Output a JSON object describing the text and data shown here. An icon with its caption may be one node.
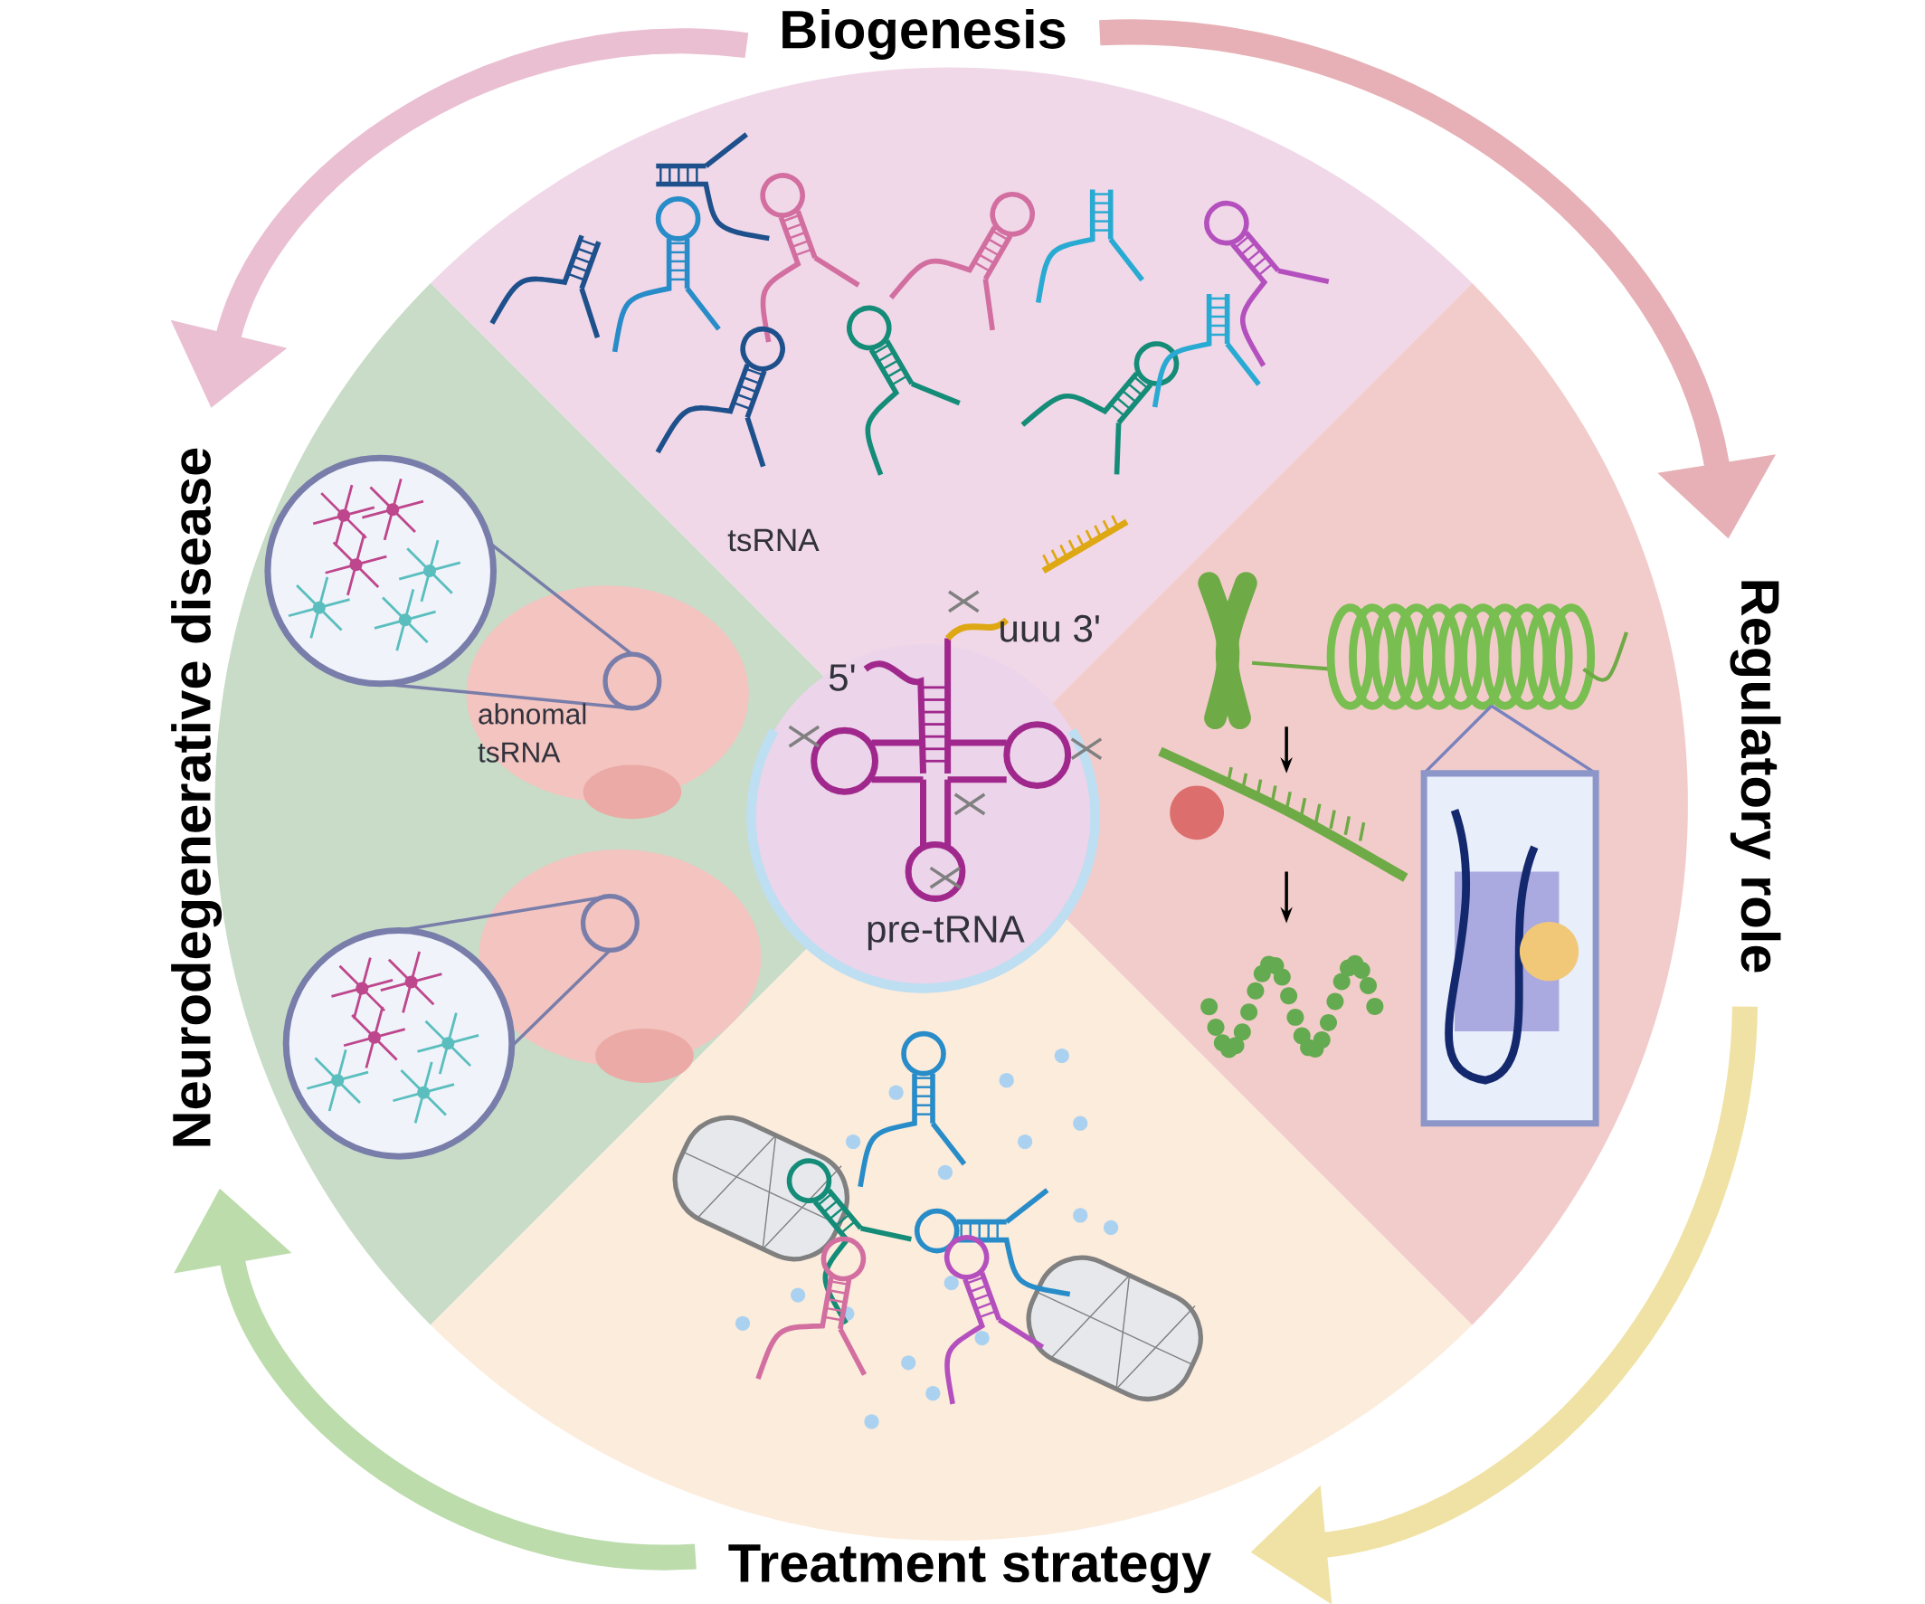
{
  "diagram": {
    "nodes": [
      {
        "text": [
          "Biogenesis"
        ]
      },
      {
        "text": [
          "Regulatory role"
        ]
      },
      {
        "text": [
          "Treatment strategy"
        ]
      },
      {
        "text": [
          "Neurodegenerative disease"
        ]
      }
    ],
    "edges": [
      {
        "from": 0,
        "to": 1,
        "arrow": "to",
        "color": "#e6b0b6"
      },
      {
        "from": 1,
        "to": 2,
        "arrow": "to",
        "color": "#f0e2a4"
      },
      {
        "from": 2,
        "to": 3,
        "arrow": "to",
        "color": "#bcdcac"
      },
      {
        "from": 0,
        "to": 3,
        "arrow": "to",
        "color": "#eabfd2"
      }
    ],
    "labels": [
      "tsRNA",
      "uuu 3'",
      "5'",
      "abnomal tsRNA",
      "pre-tRNA"
    ]
  }
}
